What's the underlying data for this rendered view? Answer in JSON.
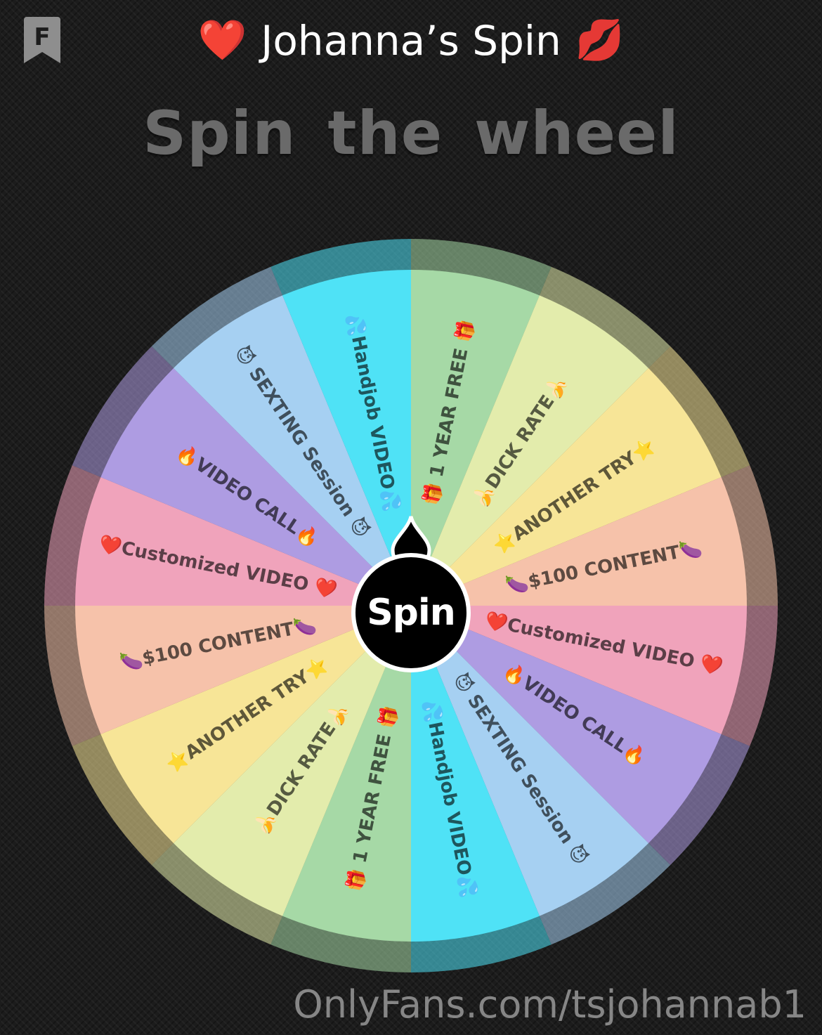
{
  "header": {
    "title": "Johanna’s Spin",
    "left_icon": "❤️",
    "right_icon": "💋",
    "logo_letter": "F"
  },
  "headline": "Spin the wheel",
  "spin_button_label": "Spin",
  "watermark": "OnlyFans.com/tsjohannab1",
  "wheel": {
    "segments": [
      {
        "label": "🎁 1 YEAR FREE 🎁",
        "color": "#a6d9a6"
      },
      {
        "label": "🍌DICK RATE🍌",
        "color": "#e3ecac"
      },
      {
        "label": "⭐ANOTHER TRY⭐",
        "color": "#f7e597"
      },
      {
        "label": "🍆$100 CONTENT🍆",
        "color": "#f6c2aa"
      },
      {
        "label": "❤️Customized VIDEO ❤️",
        "color": "#f0a3bb"
      },
      {
        "label": "🔥VIDEO CALL🔥",
        "color": "#ae9ce2"
      },
      {
        "label": "😈 SEXTING Session 😈",
        "color": "#a6d0f2"
      },
      {
        "label": "💦Handjob VIDEO💦",
        "color": "#4fe2f6"
      },
      {
        "label": "🎁 1 YEAR FREE 🎁",
        "color": "#a6d9a6"
      },
      {
        "label": "🍌DICK RATE🍌",
        "color": "#e3ecac"
      },
      {
        "label": "⭐ANOTHER TRY⭐",
        "color": "#f7e597"
      },
      {
        "label": "🍆$100 CONTENT🍆",
        "color": "#f6c2aa"
      },
      {
        "label": "❤️Customized VIDEO ❤️",
        "color": "#f0a3bb"
      },
      {
        "label": "🔥VIDEO CALL🔥",
        "color": "#ae9ce2"
      },
      {
        "label": "😈 SEXTING Session 😈",
        "color": "#a6d0f2"
      },
      {
        "label": "💦Handjob VIDEO💦",
        "color": "#4fe2f6"
      }
    ]
  }
}
